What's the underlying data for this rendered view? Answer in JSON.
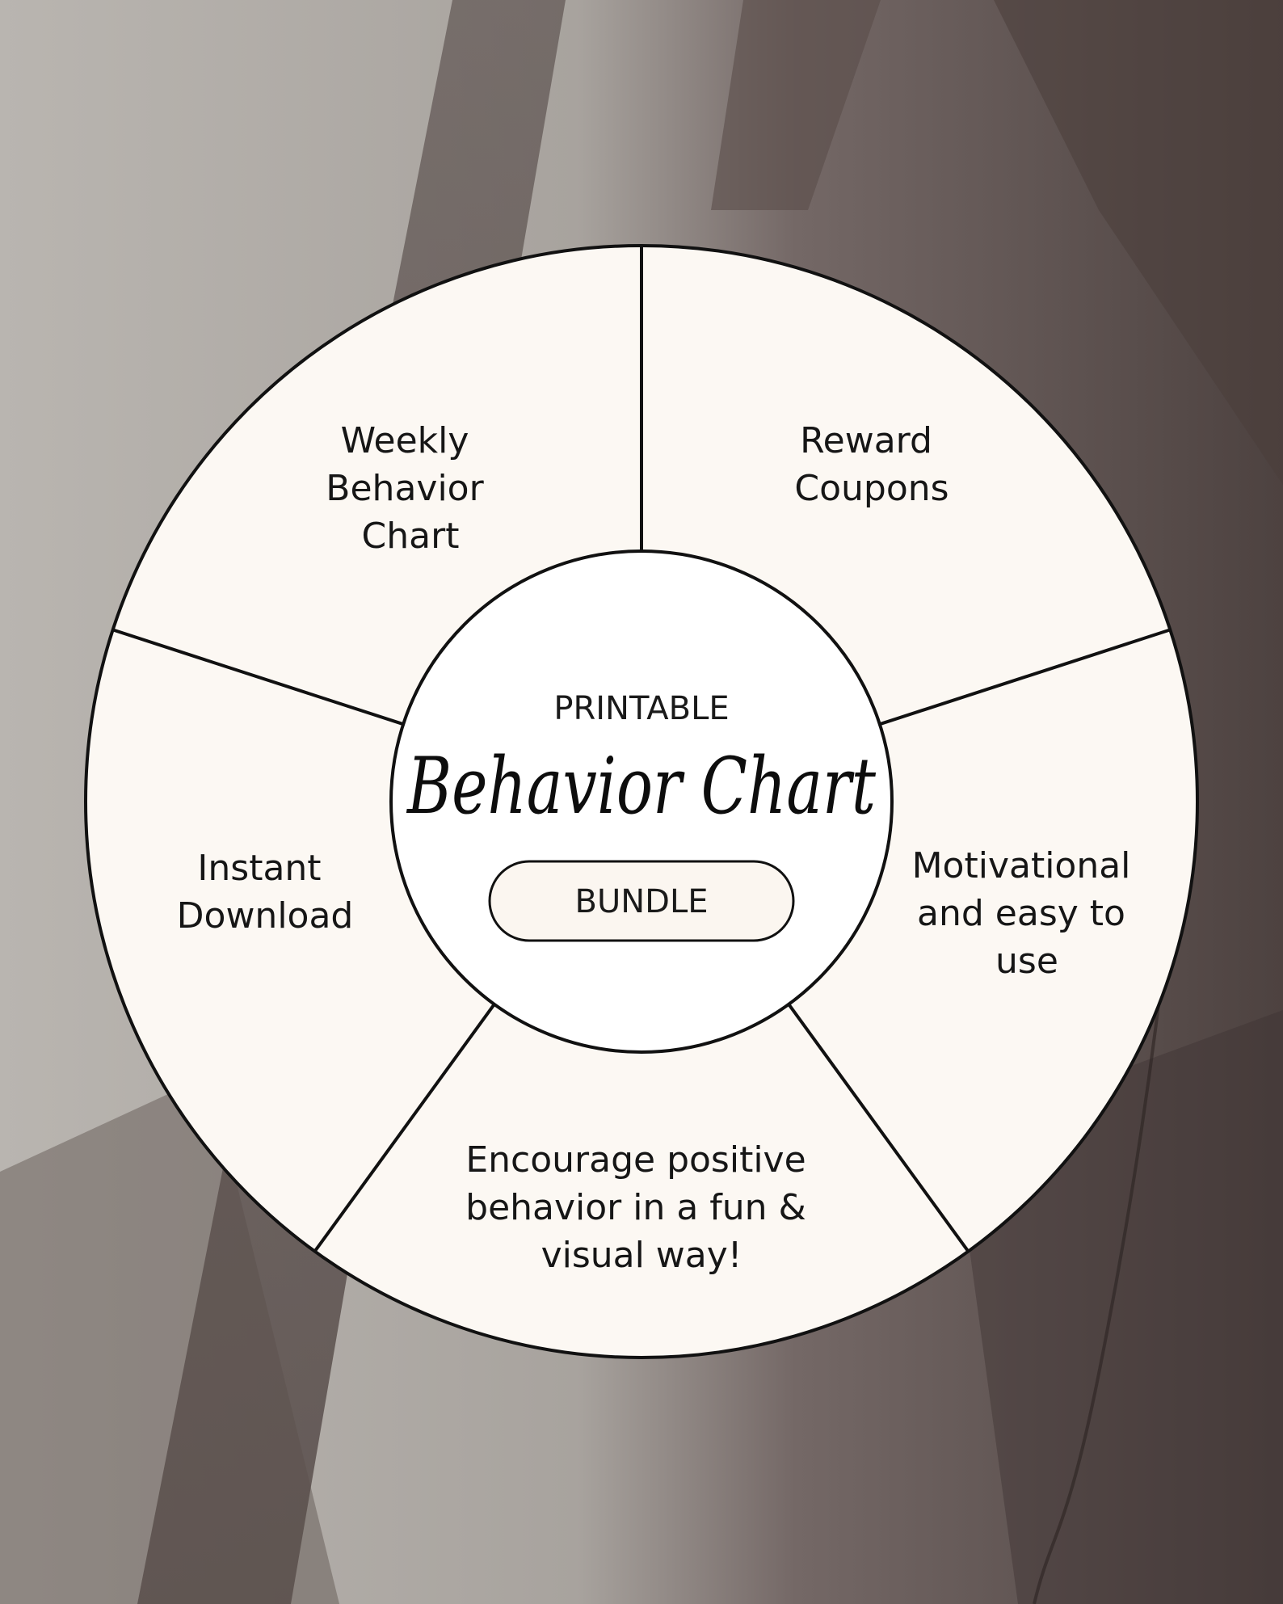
{
  "center": {
    "kicker": "PRINTABLE",
    "title": "Behavior Chart",
    "badge": "BUNDLE"
  },
  "segments": [
    {
      "id": "weekly",
      "lines": [
        "Weekly",
        "Behavior",
        "Chart"
      ]
    },
    {
      "id": "reward",
      "lines": [
        "Reward",
        "Coupons"
      ]
    },
    {
      "id": "motivational",
      "lines": [
        "Motivational",
        "and easy to",
        "use"
      ]
    },
    {
      "id": "encourage",
      "lines": [
        "Encourage positive",
        "behavior in a fun &",
        "visual way!"
      ]
    },
    {
      "id": "instant",
      "lines": [
        "Instant",
        "Download"
      ]
    }
  ],
  "colors": {
    "wheel_fill": "#fcf8f3",
    "center_fill": "#ffffff",
    "badge_fill": "#fbf6f0",
    "stroke": "#111111",
    "background_light": "#b7b3ae",
    "background_dark": "#4f4441"
  }
}
